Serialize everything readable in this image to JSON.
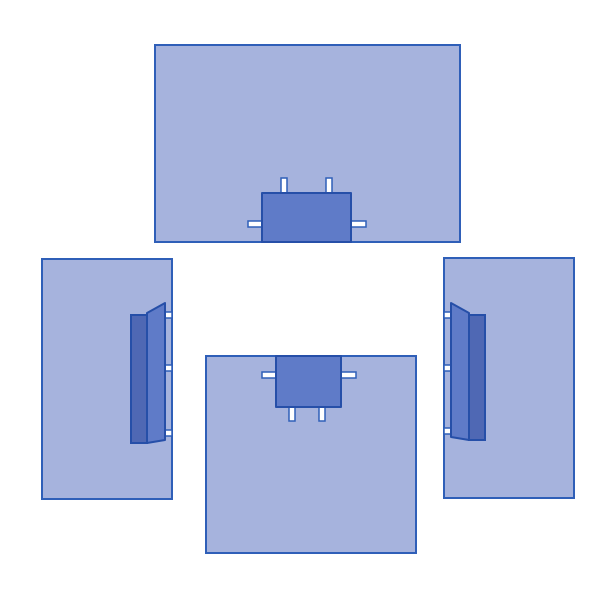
{
  "colors": {
    "background": "#ffffff",
    "sheet_fill": "#a6b3dd",
    "sheet_stroke": "#2f5fb8",
    "port_fill": "#5f7bc8",
    "port_dark": "#4f68b4",
    "port_stroke": "#264fa8",
    "tab_fill": "#ffffff",
    "tab_stroke": "#2f5fb8"
  },
  "sheets": [
    {
      "name": "top-sheet",
      "port": "horizontal-port-bottom"
    },
    {
      "name": "left-sheet",
      "port": "vertical-port-right"
    },
    {
      "name": "bottom-sheet",
      "port": "horizontal-port-top"
    },
    {
      "name": "right-sheet",
      "port": "vertical-port-left"
    }
  ]
}
